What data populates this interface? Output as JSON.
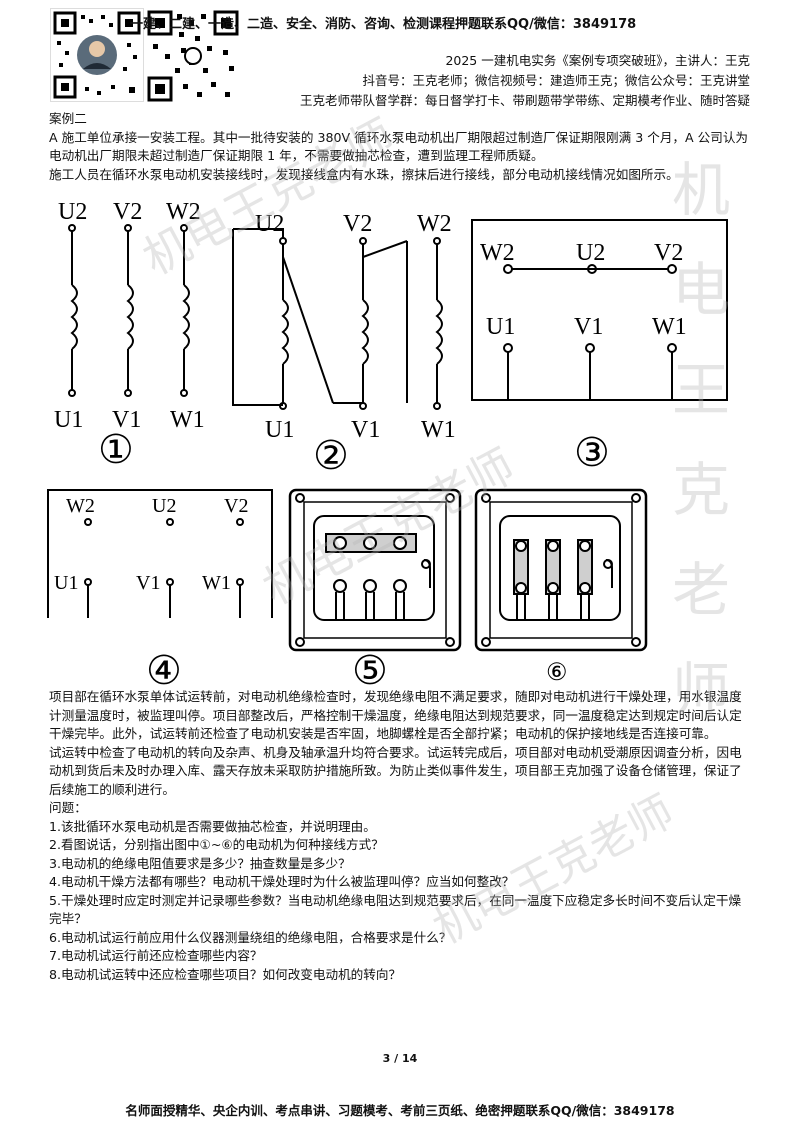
{
  "header": {
    "banner": "一建、二建、一造、二造、安全、消防、咨询、检测课程押题联系QQ/微信：3849178",
    "line1": "2025 一建机电实务《案例专项突破班》，主讲人：王克",
    "line2": "抖音号：王克老师；微信视频号：建造师王克；微信公众号：王克讲堂",
    "line3": "王克老师带队督学群：每日督学打卡、带刷题带学带练、定期模考作业、随时答疑"
  },
  "case": {
    "title": "案例二",
    "para1": "A 施工单位承接一安装工程。其中一批待安装的 380V 循环水泵电动机出厂期限超过制造厂保证期限刚满 3 个月，A 公司认为电动机出厂期限未超过制造厂保证期限 1 年，不需要做抽芯检查，遭到监理工程师质疑。",
    "para2": "施工人员在循环水泵电动机安装接线时，发现接线盒内有水珠，擦抹后进行接线，部分电动机接线情况如图所示。",
    "para3": "项目部在循环水泵单体试运转前，对电动机绝缘检查时，发现绝缘电阻不满足要求，随即对电动机进行干燥处理，用水银温度计测量温度时，被监理叫停。项目部整改后，严格控制干燥温度，绝缘电阻达到规范要求，同一温度稳定达到规定时间后认定干燥完毕。此外，试运转前还检查了电动机安装是否牢固，地脚螺栓是否全部拧紧；电动机的保护接地线是否连接可靠。",
    "para4": "试运转中检查了电动机的转向及杂声、机身及轴承温升均符合要求。试运转完成后，项目部对电动机受潮原因调查分析，因电动机到货后未及时办理入库、露天存放未采取防护措施所致。为防止类似事件发生，项目部王克加强了设备仓储管理，保证了后续施工的顺利进行。"
  },
  "figures": {
    "labels": {
      "u1": "U1",
      "v1": "V1",
      "w1": "W1",
      "u2": "U2",
      "v2": "V2",
      "w2": "W2"
    },
    "num1": "①",
    "num2": "②",
    "num3": "③",
    "num4": "④",
    "num5": "⑤",
    "num6": "⑥"
  },
  "questions": {
    "heading": "问题：",
    "items": [
      "1.该批循环水泵电动机是否需要做抽芯检查，并说明理由。",
      "2.看图说话，分别指出图中①~⑥的电动机为何种接线方式？",
      "3.电动机的绝缘电阻值要求是多少？抽查数量是多少？",
      "4.电动机干燥方法都有哪些？电动机干燥处理时为什么被监理叫停？应当如何整改？",
      "5.干燥处理时应定时测定并记录哪些参数？当电动机绝缘电阻达到规范要求后，在同一温度下应稳定多长时间不变后认定干燥完毕？",
      "6.电动机试运行前应用什么仪器测量绕组的绝缘电阻，合格要求是什么？",
      "7.电动机试运行前还应检查哪些内容？",
      "8.电动机试运转中还应检查哪些项目？如何改变电动机的转向？"
    ]
  },
  "footer": {
    "page": "3 / 14",
    "banner": "名师面授精华、央企内训、考点串讲、习题模考、考前三页纸、绝密押题联系QQ/微信：3849178"
  },
  "watermark": {
    "text1": "机电王克老师",
    "text2": "机电王克老师",
    "text3": "机电王克老师",
    "vertical": "机电王克老师"
  }
}
